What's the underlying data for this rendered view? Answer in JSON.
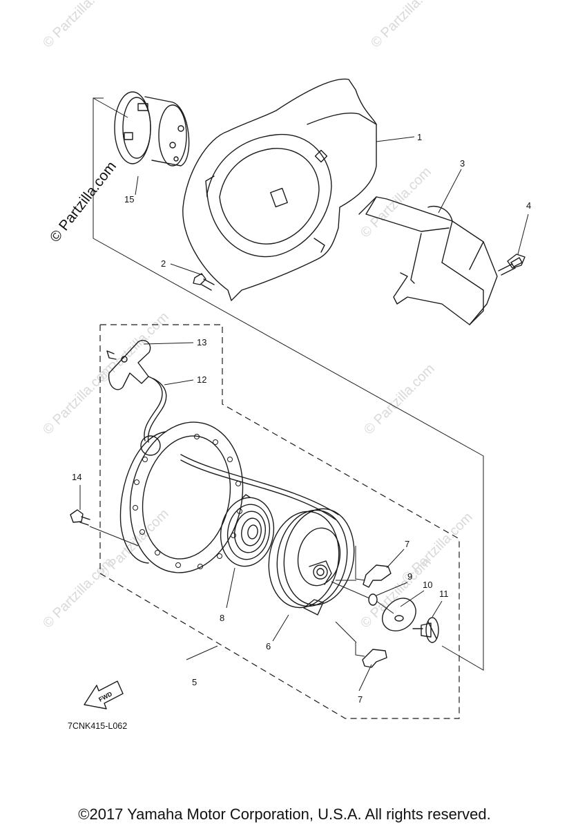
{
  "watermark": "© Partzilla.com",
  "drawing_code": "7CNK415-L062",
  "fwd_label": "FWD",
  "copyright": "©2017  Yamaha Motor Corporation, U.S.A. All rights reserved.",
  "callouts": {
    "c1": "1",
    "c2": "2",
    "c3": "3",
    "c4": "4",
    "c5": "5",
    "c6": "6",
    "c7a": "7",
    "c7b": "7",
    "c8": "8",
    "c9": "9",
    "c10": "10",
    "c11": "11",
    "c12": "12",
    "c13": "13",
    "c14": "14",
    "c15": "15"
  }
}
